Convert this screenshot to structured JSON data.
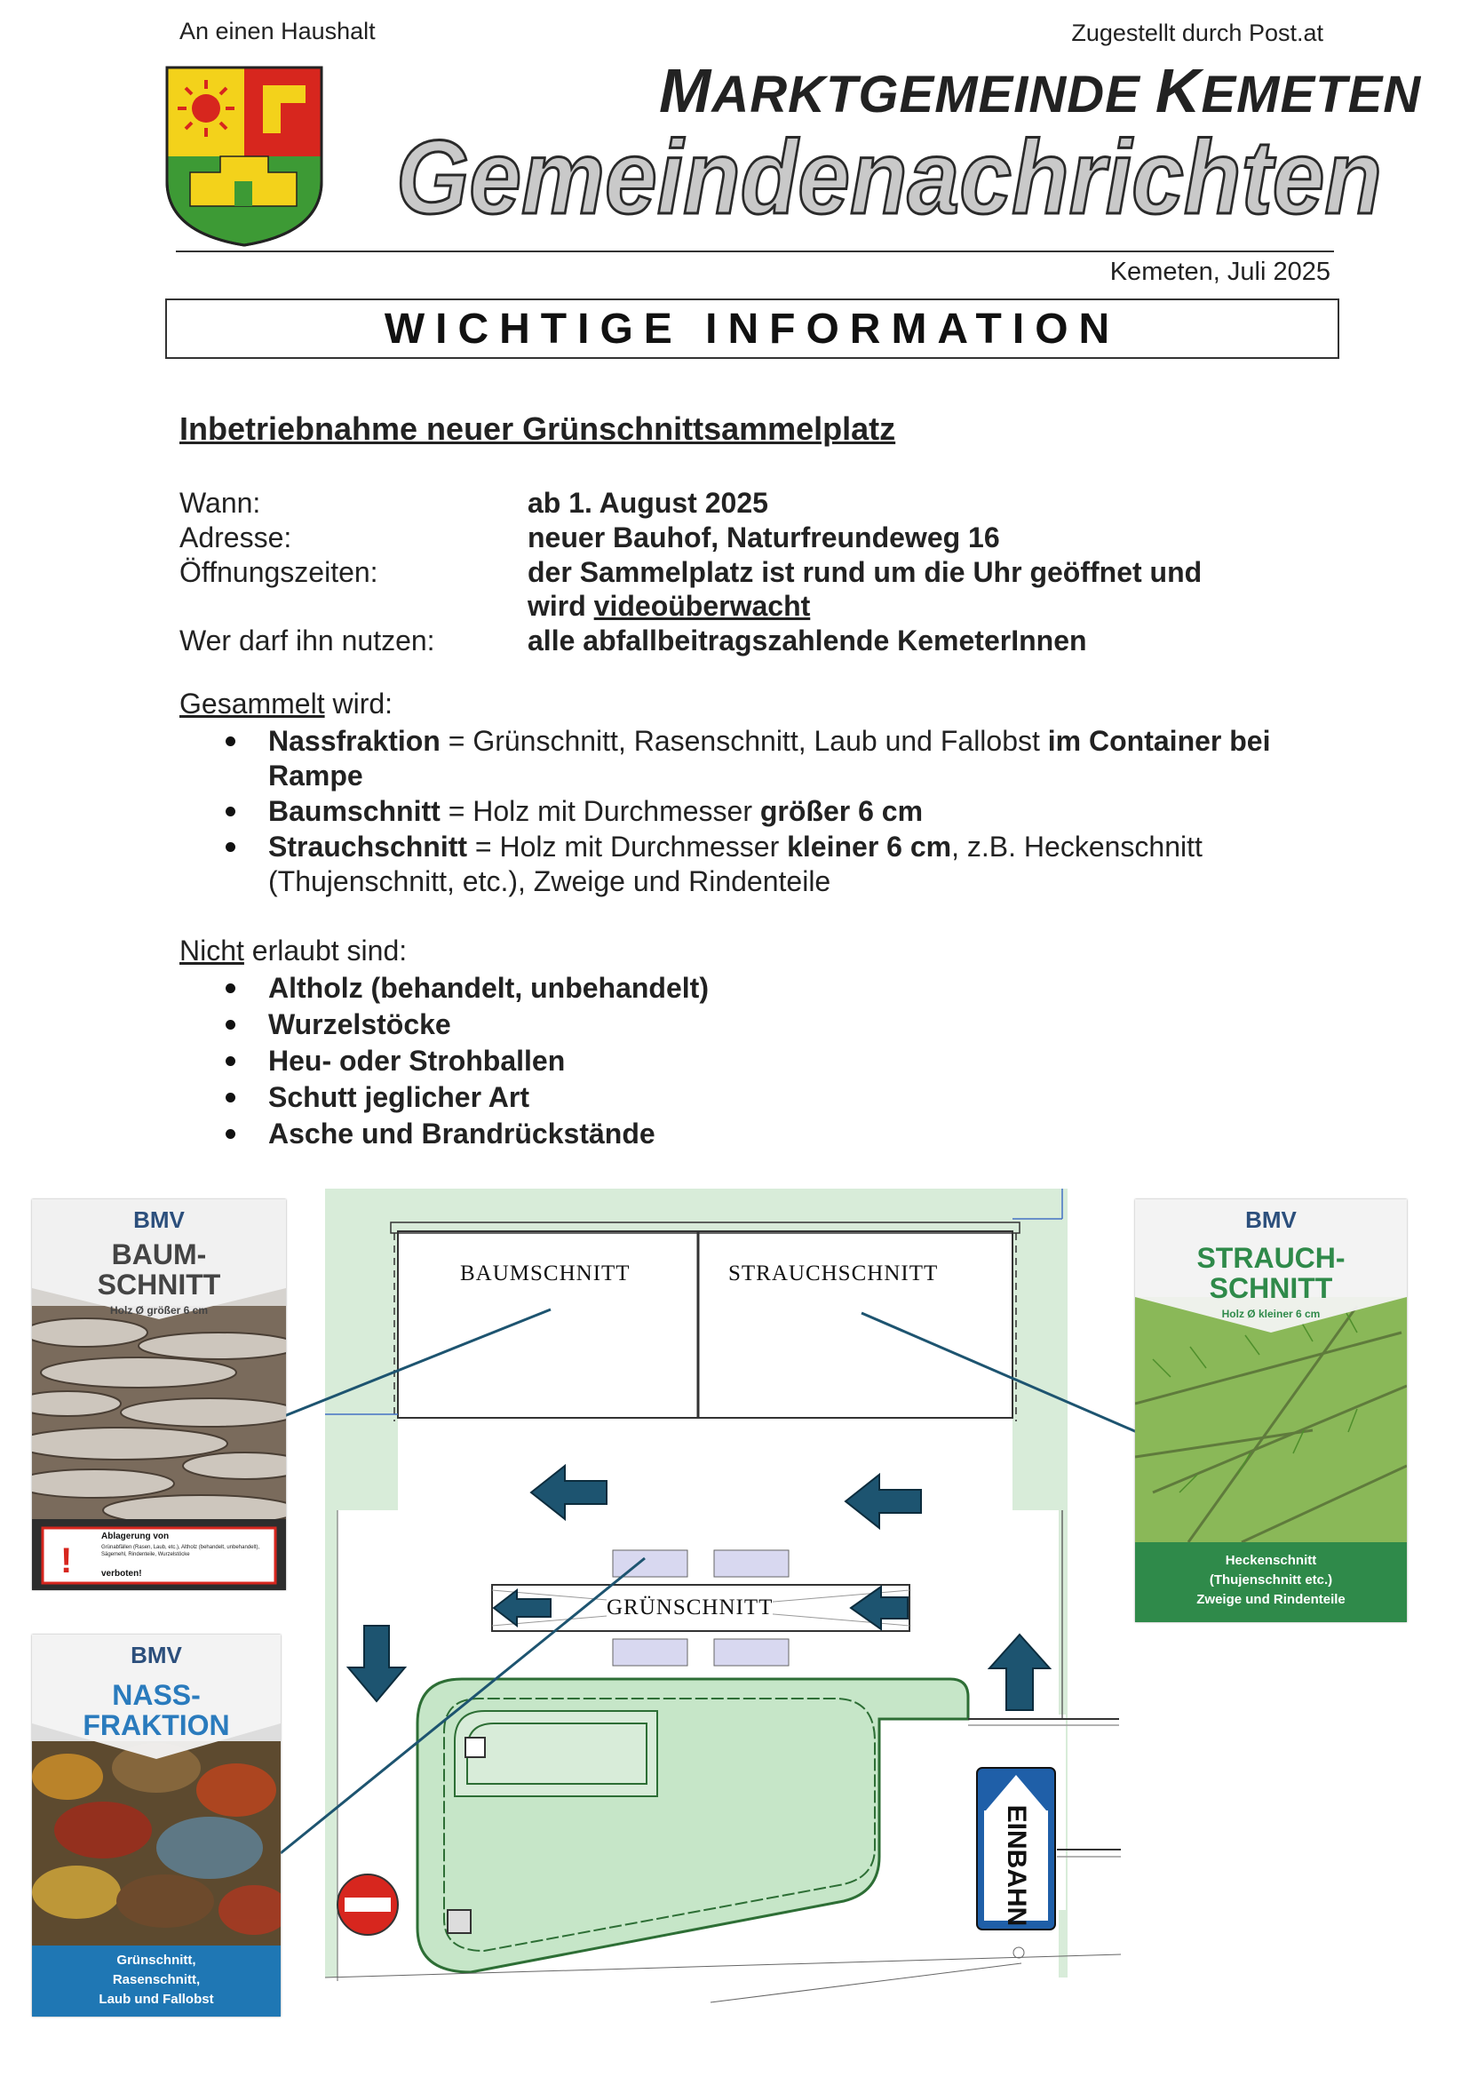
{
  "header": {
    "recipient": "An einen Haushalt",
    "delivery": "Zugestellt durch Post.at",
    "municipality_first": "M",
    "municipality_rest1": "ARKTGEMEINDE ",
    "municipality_second": "K",
    "municipality_rest2": "EMETEN",
    "newsletter_title": "Gemeindenachrichten",
    "place_date": "Kemeten, Juli 2025"
  },
  "banner": "WICHTIGE INFORMATION",
  "headline": "Inbetriebnahme neuer Grünschnittsammelplatz",
  "details": [
    {
      "label": "Wann:",
      "value": "ab 1. August 2025"
    },
    {
      "label": "Adresse:",
      "value": "neuer Bauhof, Naturfreundeweg 16"
    },
    {
      "label": "Öffnungszeiten:",
      "value": "der Sammelplatz ist rund um die Uhr geöffnet und",
      "value2_pre": "wird ",
      "value2_link": "videoüberwacht"
    },
    {
      "label": "Wer darf ihn nutzen:",
      "value": "alle abfallbeitragszahlende KemeterInnen"
    }
  ],
  "collected": {
    "heading_u": "Gesammelt",
    "heading_rest": " wird:",
    "items": [
      {
        "b1": "Nassfraktion",
        "t1": " = Grünschnitt, Rasenschnitt, Laub und Fallobst ",
        "b2": "im Container bei",
        "line2": "Rampe"
      },
      {
        "b1": "Baumschnitt",
        "t1": " = Holz mit Durchmesser ",
        "b2": "größer 6 cm",
        "line2": ""
      },
      {
        "b1": "Strauchschnitt",
        "t1": " = Holz mit Durchmesser ",
        "b2": "kleiner 6 cm",
        "t2": ", z.B. Heckenschnitt",
        "line2": "(Thujenschnitt, etc.), Zweige und Rindenteile"
      }
    ]
  },
  "not_allowed": {
    "heading_u": "Nicht",
    "heading_rest": " erlaubt sind:",
    "items": [
      "Altholz (behandelt, unbehandelt)",
      "Wurzelstöcke",
      "Heu- oder Strohballen",
      "Schutt jeglicher Art",
      "Asche und Brandrückstände"
    ]
  },
  "plan": {
    "label_baumschnitt": "BAUMSCHNITT",
    "label_strauchschnitt": "STRAUCHSCHNITT",
    "label_gruenschnitt": "GRÜNSCHNITT",
    "sign_einbahn": "EINBAHN"
  },
  "posters": {
    "baum": {
      "brand": "BMV",
      "title": "BAUM-\nSCHNITT",
      "subtitle": "Holz Ø größer 6 cm",
      "warning_head": "Ablagerung von",
      "warning_body": "Grünabfällen (Rasen, Laub, etc.), Altholz (behandelt, unbehandelt), Sägemehl, Rindenteile, Wurzelstöcke",
      "warning_tail": "verboten!"
    },
    "strauch": {
      "brand": "BMV",
      "title": "STRAUCH-\nSCHNITT",
      "subtitle": "Holz Ø kleiner 6 cm",
      "footer": "Heckenschnitt\n(Thujenschnitt etc.)\nZweige und Rindenteile"
    },
    "nass": {
      "brand": "BMV",
      "title": "NASS-\nFRAKTION",
      "footer": "Grünschnitt,\nRasenschnitt,\nLaub und Fallobst"
    }
  },
  "colors": {
    "arrow": "#1d5470",
    "plan_green": "#d8ecd9",
    "poster_green": "#2f8a4a",
    "poster_blue": "#1f77b4",
    "crest_red": "#d7261e",
    "crest_yellow": "#f3d21b",
    "crest_green": "#3d9a35"
  }
}
